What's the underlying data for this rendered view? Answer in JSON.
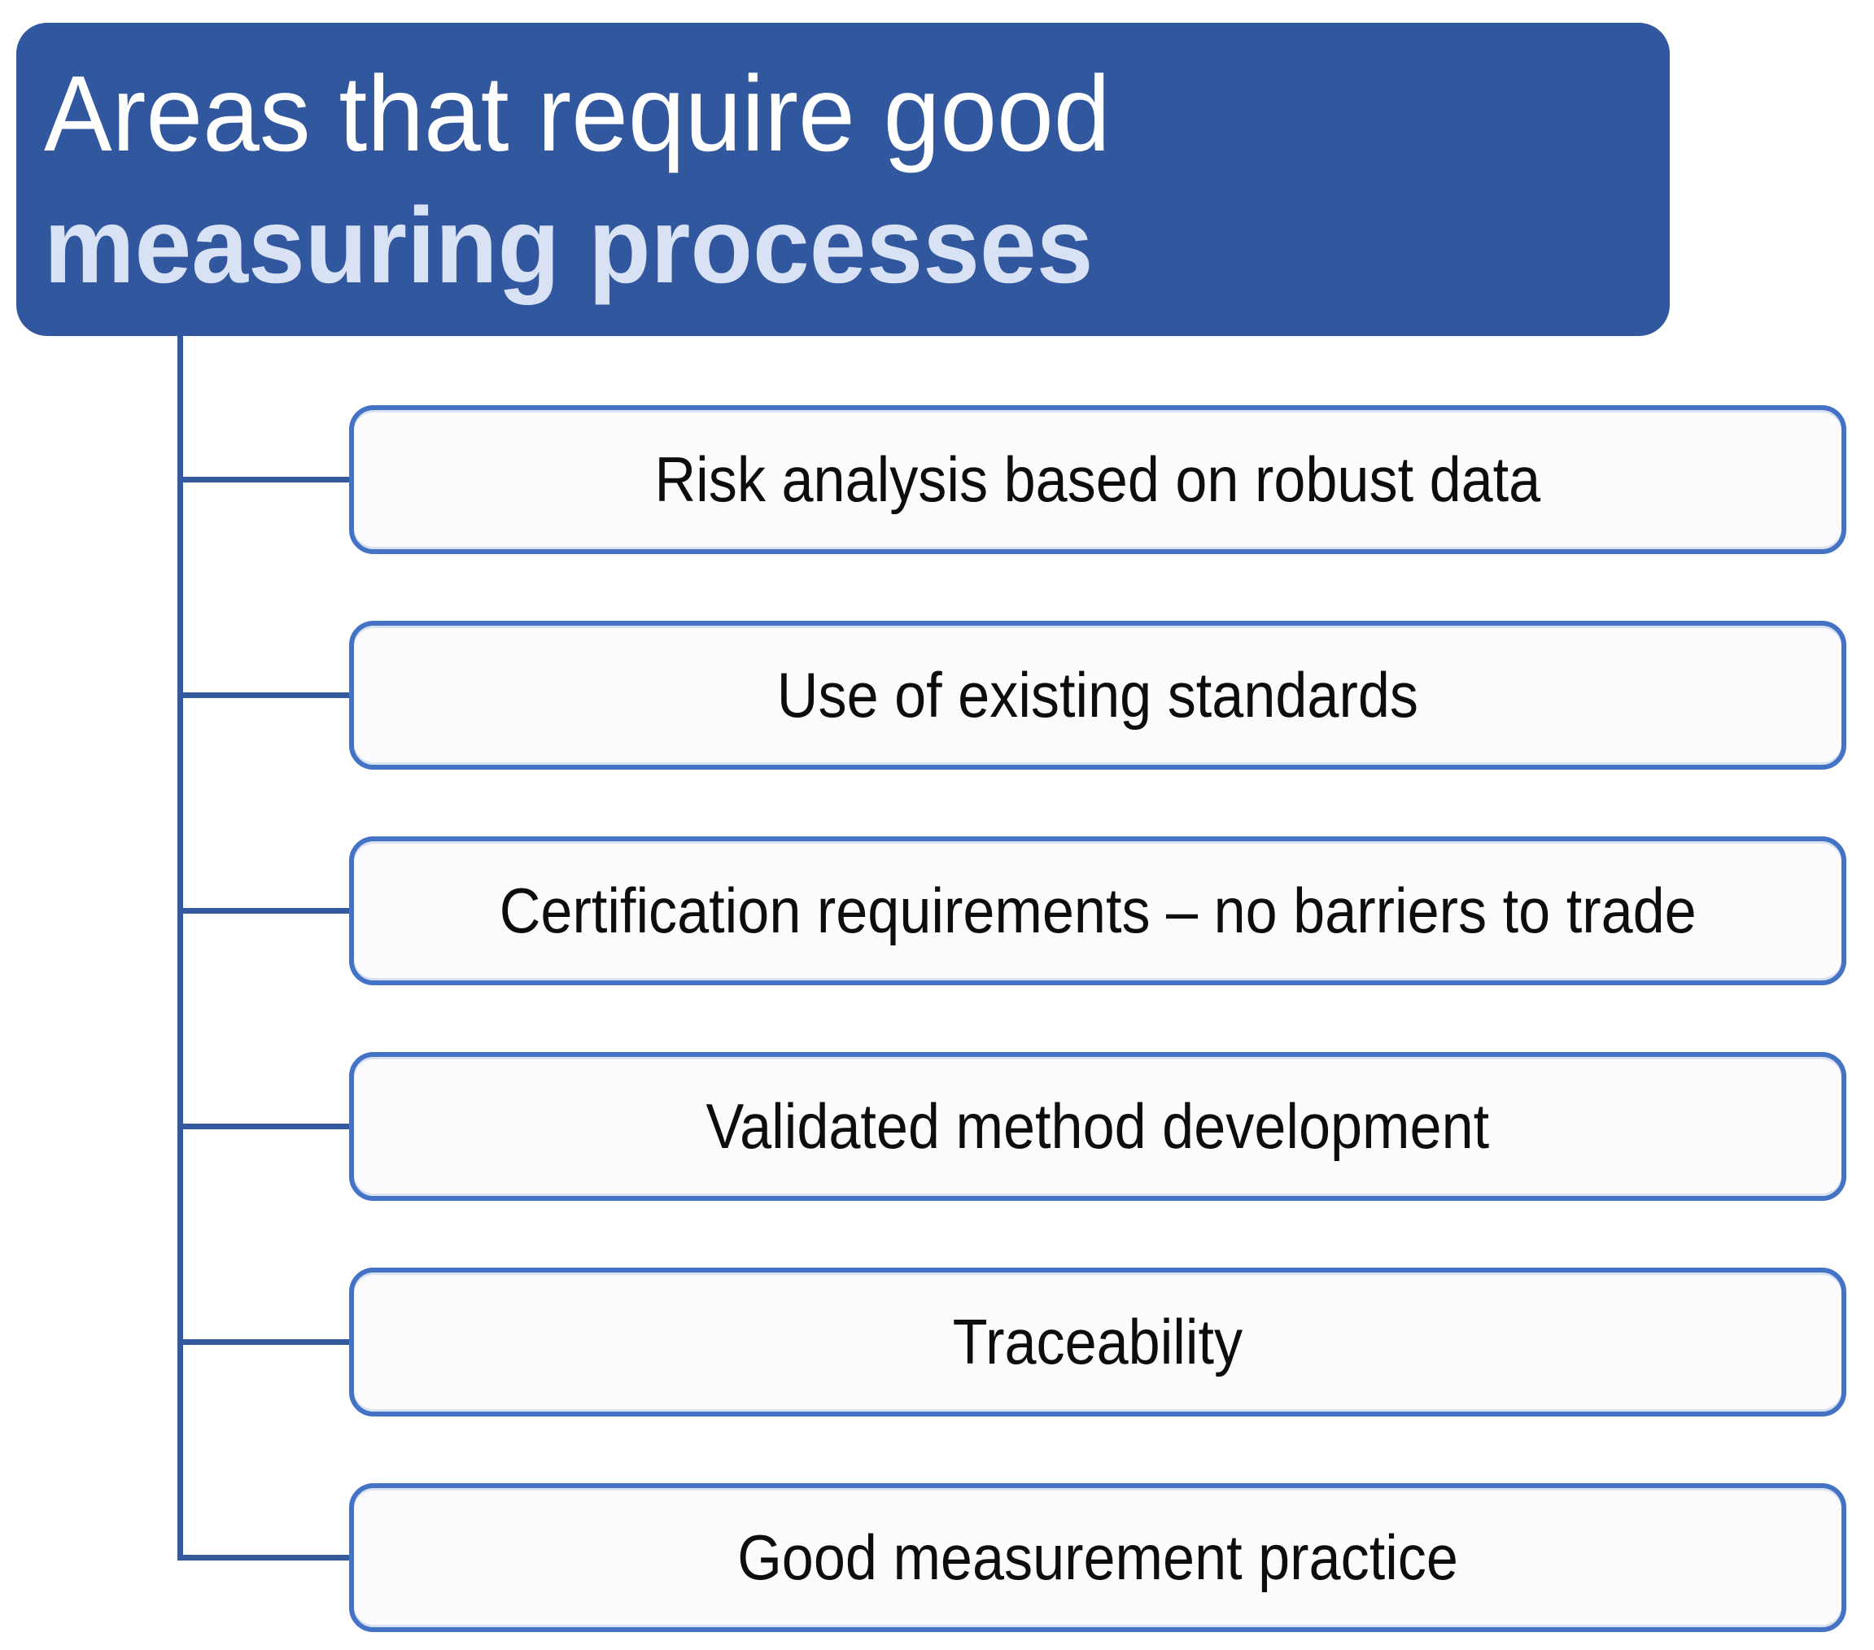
{
  "diagram": {
    "title": {
      "line1": "Areas that require good",
      "line2": "measuring processes"
    },
    "items": [
      {
        "label": "Risk analysis based on robust data"
      },
      {
        "label": "Use of existing standards"
      },
      {
        "label": "Certification requirements – no barriers to trade"
      },
      {
        "label": "Validated method development"
      },
      {
        "label": "Traceability"
      },
      {
        "label": "Good measurement practice"
      }
    ],
    "colors": {
      "title_bg": "#31579E",
      "title_text": "#FFFFFF",
      "title_accent_text": "#D8E2F4",
      "connector_line": "#35599D",
      "box_border": "#4472C4",
      "box_bg": "#FCFCFE",
      "box_text": "#0D0D0D",
      "box_inner_highlight": "#D9E2F3"
    }
  }
}
